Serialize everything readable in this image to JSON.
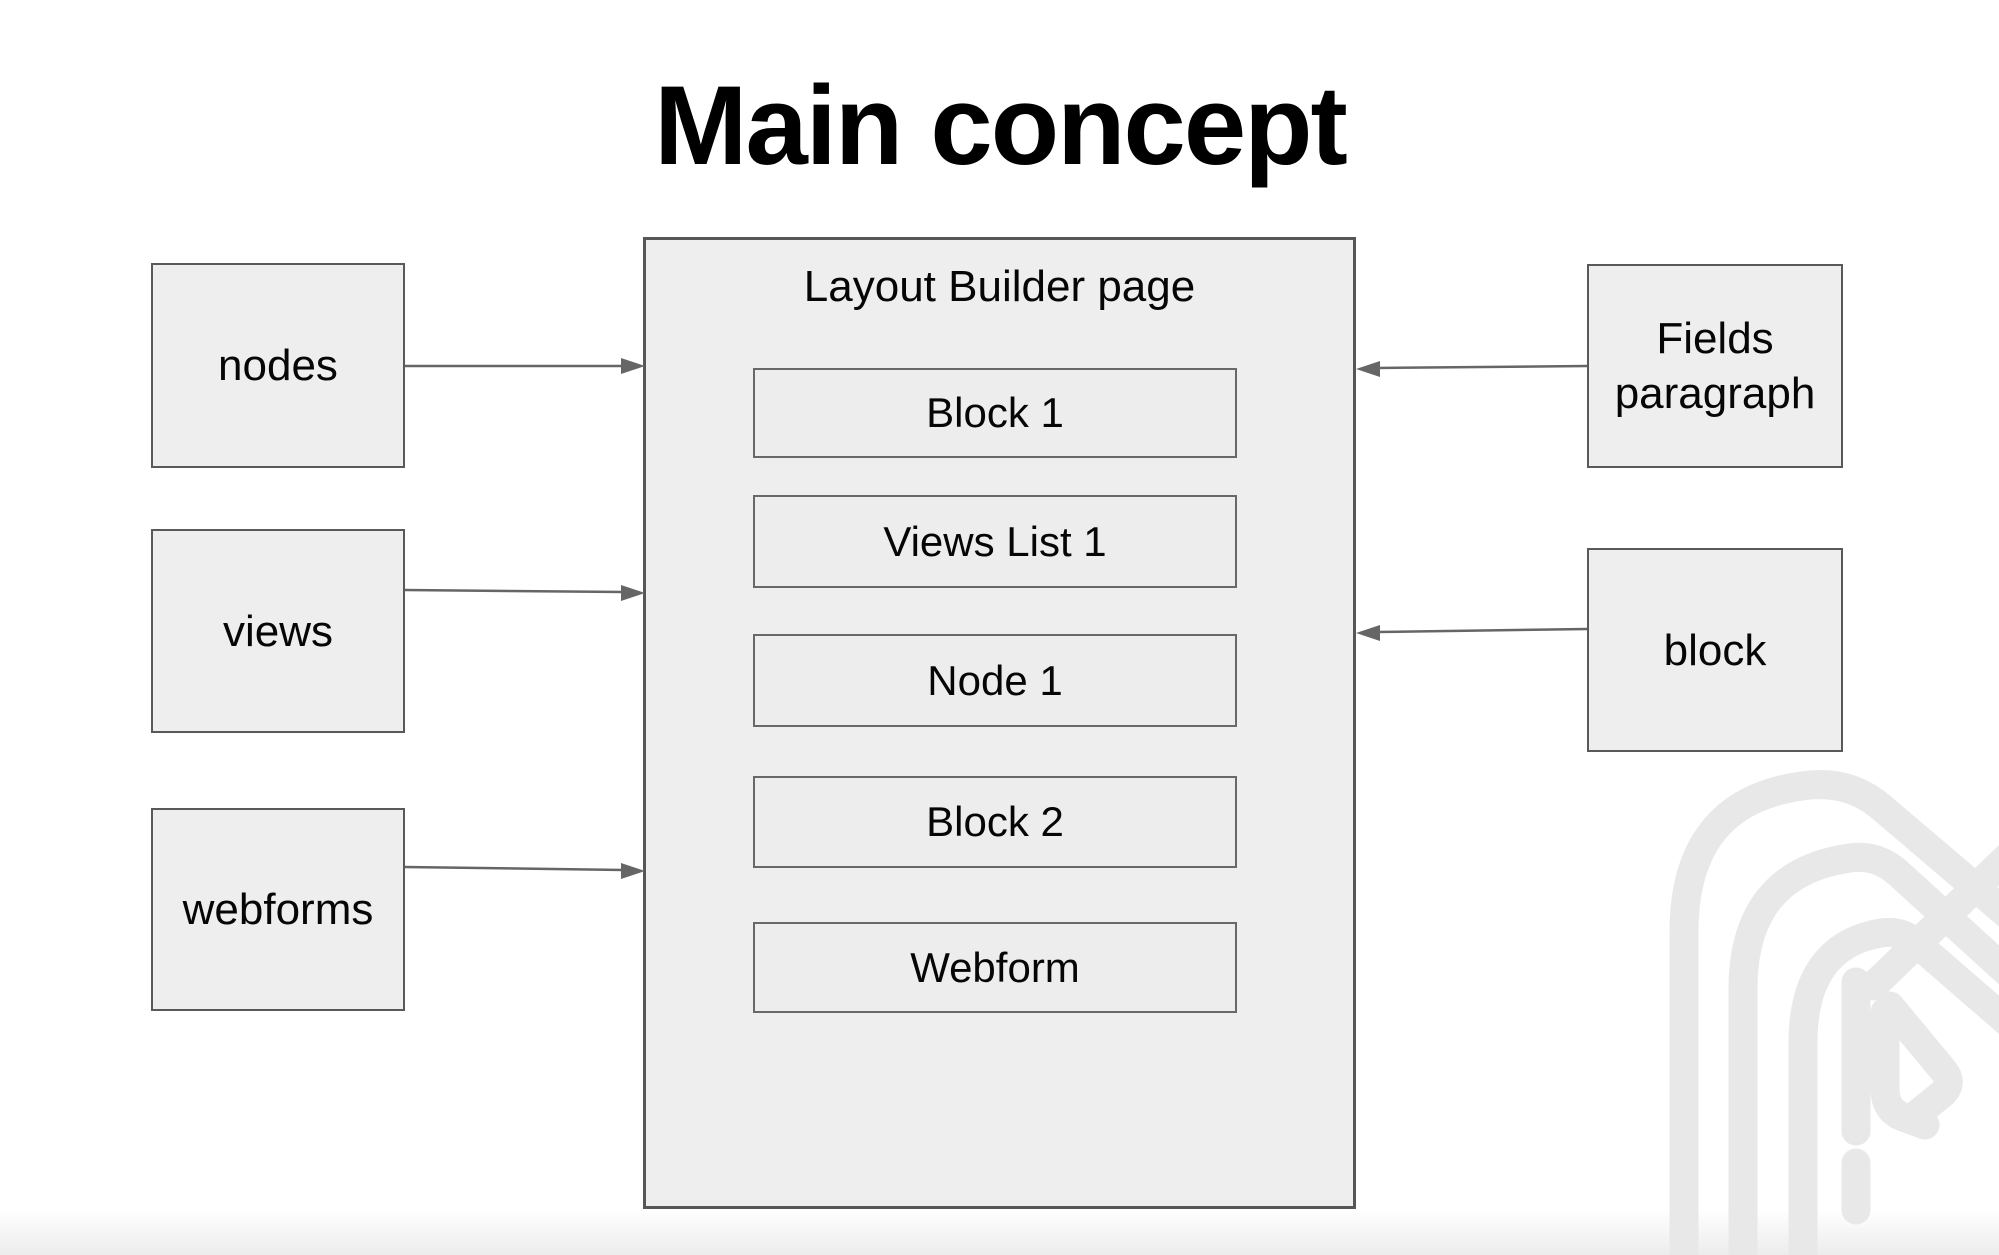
{
  "slide": {
    "title": "Main concept"
  },
  "diagram": {
    "central": {
      "title": "Layout Builder page",
      "blocks": [
        {
          "label": "Block 1"
        },
        {
          "label": "Views List 1"
        },
        {
          "label": "Node 1"
        },
        {
          "label": "Block 2"
        },
        {
          "label": "Webform"
        }
      ]
    },
    "left": [
      {
        "label": "nodes"
      },
      {
        "label": "views"
      },
      {
        "label": "webforms"
      }
    ],
    "right": [
      {
        "label": "Fields paragraph"
      },
      {
        "label": "block"
      }
    ]
  },
  "icons": {
    "arrows": "right-arrow-connector, left-arrow-connector",
    "watermark": "company-logo-watermark"
  },
  "colors": {
    "background": "#ffffff",
    "box_fill": "#eeeeee",
    "box_border": "#595959",
    "inner_border": "#686868",
    "arrow": "#666666",
    "title_color": "#000000",
    "watermark": "#e8e8e8",
    "bottom_fade": "#ececec"
  }
}
